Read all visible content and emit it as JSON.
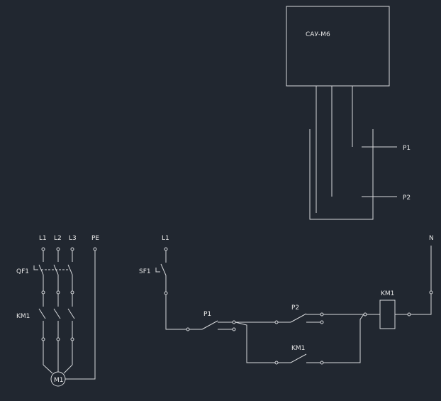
{
  "labels": {
    "controller": "САУ-М6",
    "probe_p1": "P1",
    "probe_p2": "P2",
    "power_l1": "L1",
    "power_l2": "L2",
    "power_l3": "L3",
    "power_pe": "PE",
    "breaker_qf1": "QF1",
    "contactor_km1": "KM1",
    "motor_m1": "M1",
    "control_l1": "L1",
    "control_n": "N",
    "breaker_sf1": "SF1",
    "contact_p1": "P1",
    "contact_p2": "P2",
    "contactor_coil_km1": "KM1",
    "contact_km1": "KM1"
  },
  "colors": {
    "background": "#212730",
    "line": "#d7d9dc",
    "text": "#e6e6e6"
  }
}
